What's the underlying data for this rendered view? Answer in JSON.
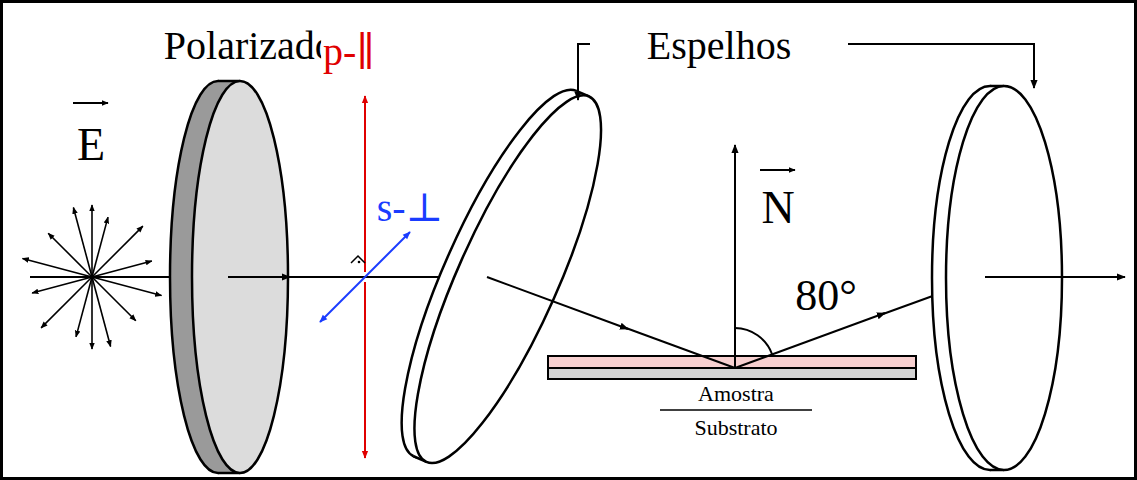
{
  "diagram": {
    "labels": [
      "Polarizador",
      "Espelhos",
      "E",
      "p-∥",
      "s-⊥",
      "N",
      "80°",
      "Amostra",
      "Substrato"
    ]
  }
}
